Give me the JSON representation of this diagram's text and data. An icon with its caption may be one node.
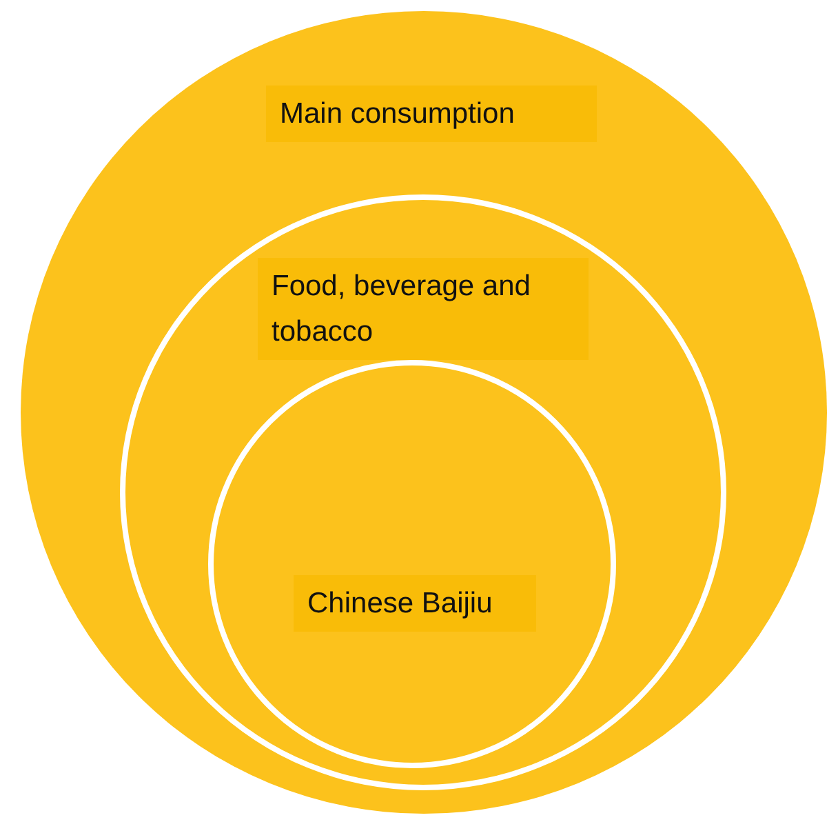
{
  "diagram": {
    "nodes": [
      {
        "text": [
          "Main consumption"
        ]
      },
      {
        "text": [
          "Food, beverage and tobacco"
        ],
        "in": 0
      },
      {
        "text": [
          "Chinese Baijiu"
        ],
        "in": 1
      }
    ]
  }
}
